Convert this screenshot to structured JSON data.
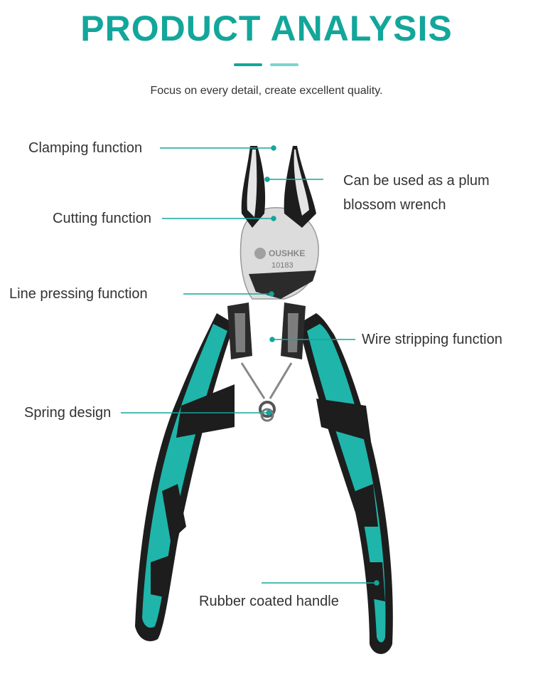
{
  "header": {
    "title": "PRODUCT ANALYSIS",
    "subtitle": "Focus on every detail, create excellent quality."
  },
  "product": {
    "brand": "OUSHKE",
    "model": "10183"
  },
  "callouts": {
    "clamping": "Clamping function",
    "cutting": "Cutting function",
    "line_pressing": "Line pressing function",
    "spring": "Spring design",
    "plum_line1": "Can be used as a plum",
    "plum_line2": "blossom wrench",
    "wire_stripping": "Wire stripping function",
    "rubber_handle": "Rubber coated handle"
  },
  "colors": {
    "accent": "#13a69b",
    "accent_light": "#7fd3cc",
    "handle": "#1fb5aa",
    "handle_dark": "#1d1d1d"
  }
}
